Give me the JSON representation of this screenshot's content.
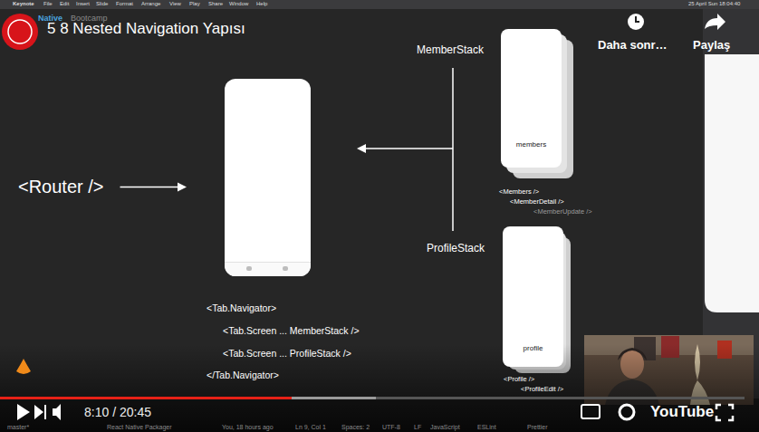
{
  "diagram": {
    "title": "5 8 Nested Navigation Yapısı",
    "nodes": [
      {
        "text": [
          "<Router />"
        ]
      },
      {
        "text": [
          "<Tab.Navigator>",
          "<Tab.Screen ... MemberStack />",
          "<Tab.Screen ... ProfileStack />",
          "</Tab.Navigator>"
        ]
      },
      {
        "text": [
          "members",
          "<Members />",
          "<MemberDetail />",
          "<MemberUpdate />"
        ]
      },
      {
        "text": [
          "profile",
          "<Profile />",
          "<ProfileEdit />"
        ]
      }
    ],
    "edges": [
      {
        "from": 0,
        "to": 1,
        "arrow": "to"
      }
    ],
    "labels": [
      "Native",
      "Bootcamp",
      "Keynote",
      "File",
      "Edit",
      "Insert",
      "Slide",
      "Format",
      "Arrange",
      "View",
      "Play",
      "Share",
      "Window",
      "Help",
      "25 April Sun 18:04:40",
      "MemberStack",
      "ProfileStack",
      "Daha sonr…",
      "Paylaş",
      "8:10 / 20:45",
      "YouTube",
      "master*",
      "React Native Packager",
      "You, 18 hours ago",
      "Ln 9, Col 1",
      "Spaces: 2",
      "UTF-8",
      "LF",
      "JavaScript",
      "ESLint",
      "Prettier"
    ]
  }
}
